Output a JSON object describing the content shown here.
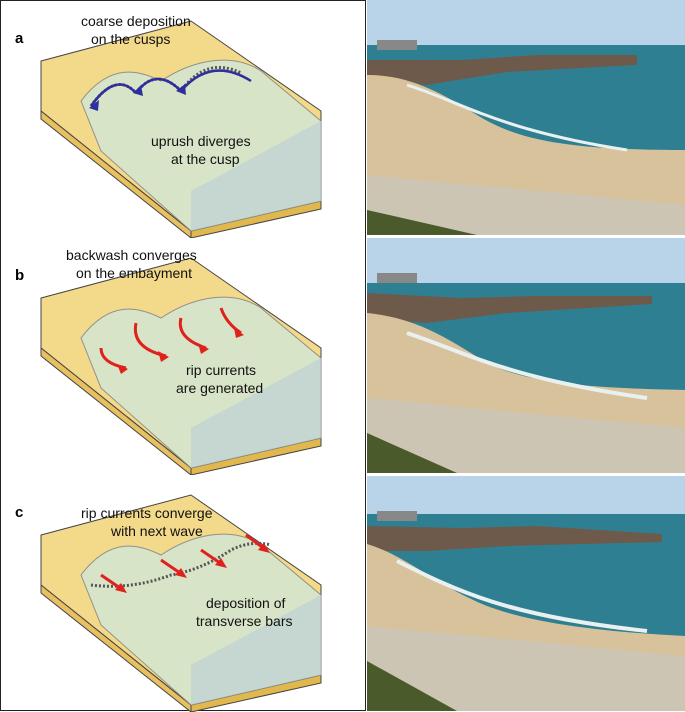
{
  "panels": [
    {
      "letter": "a",
      "text1_line1": "coarse deposition",
      "text1_line2": "on the cusps",
      "text2_line1": "uprush diverges",
      "text2_line2": "at the cusp",
      "arrow_color": "#2e2e9e"
    },
    {
      "letter": "b",
      "text1_line1": "backwash converges",
      "text1_line2": "on the embayment",
      "text2_line1": "rip currents",
      "text2_line2": "are generated",
      "arrow_color": "#e0221c"
    },
    {
      "letter": "c",
      "text1_line1": "rip currents converge",
      "text1_line2": "with next wave",
      "text2_line1": "deposition of",
      "text2_line2": "transverse bars",
      "arrow_color": "#e0221c"
    }
  ],
  "colors": {
    "sand": "#f3d98a",
    "sand_dark": "#e8c060",
    "water": "#d6e6cf",
    "water_edge": "#b9cfd5",
    "sky": "#b9d3e8",
    "sea": "#2f7f93"
  }
}
